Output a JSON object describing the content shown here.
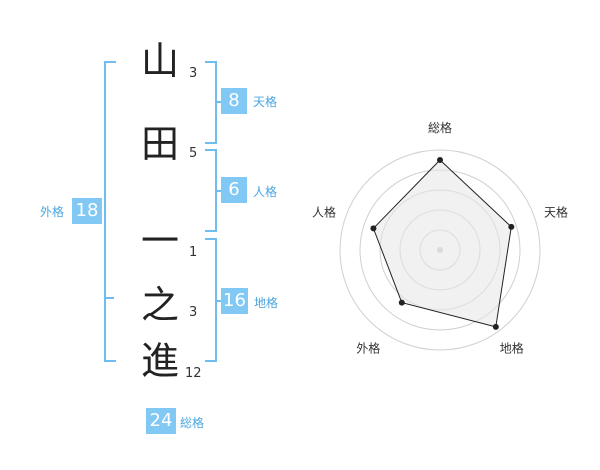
{
  "name": {
    "chars": [
      {
        "char": "山",
        "strokes": "3"
      },
      {
        "char": "田",
        "strokes": "5"
      },
      {
        "char": "一",
        "strokes": "1"
      },
      {
        "char": "之",
        "strokes": "3"
      },
      {
        "char": "進",
        "strokes": "12"
      }
    ]
  },
  "kaku": {
    "tenkaku": {
      "label": "天格",
      "value": "8"
    },
    "jinkaku": {
      "label": "人格",
      "value": "6"
    },
    "chikaku": {
      "label": "地格",
      "value": "16"
    },
    "gaikaku": {
      "label": "外格",
      "value": "18"
    },
    "soukaku": {
      "label": "総格",
      "value": "24"
    }
  },
  "colors": {
    "accent": "#82c8f5",
    "accent_text": "#4aa6e0",
    "bracket": "#6fbdf0"
  },
  "chart_data": {
    "type": "radar",
    "axes": [
      "総格",
      "天格",
      "地格",
      "外格",
      "人格"
    ],
    "values": [
      0.9,
      0.75,
      0.95,
      0.65,
      0.7
    ],
    "range": [
      0,
      1
    ],
    "rings": 5
  }
}
